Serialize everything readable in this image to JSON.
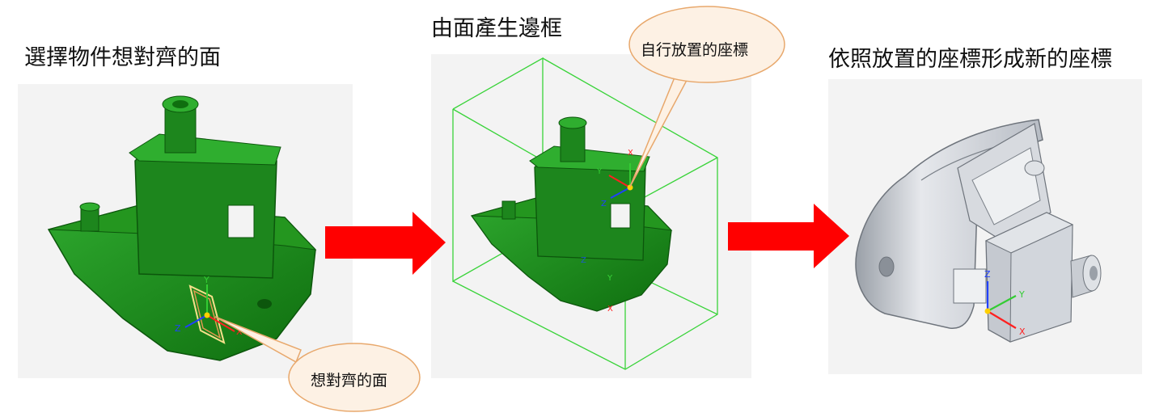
{
  "steps": [
    {
      "title": "選擇物件想對齊的面"
    },
    {
      "title": "由面產生邊框"
    },
    {
      "title": "依照放置的座標形成新的座標"
    }
  ],
  "callouts": {
    "face": "想對齊的面",
    "coord": "自行放置的座標"
  },
  "axes": {
    "x": "X",
    "y": "Y",
    "z": "Z"
  },
  "colors": {
    "model_green": "#1a8f1a",
    "model_gray": "#c5c9d0",
    "bbox_green": "#39d339",
    "arrow_red": "#ff0000",
    "callout_fill": "#fdf1e4",
    "callout_stroke": "#e8a86c"
  }
}
